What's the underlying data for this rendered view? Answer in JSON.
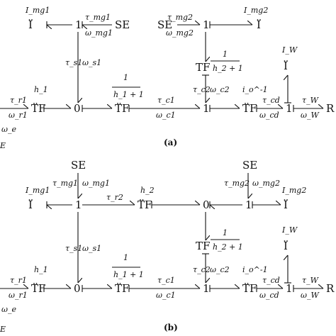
{
  "panels": [
    {
      "caption": "(a)",
      "nodes": {
        "i_mg1": "I",
        "j_top_left": "1",
        "se_mg1": "SE",
        "se_mg2": "SE",
        "j_top_right": "1",
        "i_mg2": "I",
        "i_w": "I",
        "tf_h2": "TF",
        "tf_h1": "TF",
        "j0": "0",
        "tf_h1p1": "TF",
        "j_mid": "1",
        "tf_io": "TF",
        "j_w": "1",
        "r": "R"
      },
      "labels": {
        "I_mg1": "I_mg1",
        "tau_mg1": "τ_mg1",
        "omega_mg1": "ω_mg1",
        "tau_mg2": "τ_mg2",
        "omega_mg2": "ω_mg2",
        "I_mg2": "I_mg2",
        "I_W": "I_W",
        "tau_s1": "τ_s1",
        "omega_s1": "ω_s1",
        "tau_c2": "τ_c2",
        "omega_c2": "ω_c2",
        "tf_h2_frac_num": "1",
        "tf_h2_frac_den": "h_2 + 1",
        "h1": "h_1",
        "frac_num": "1",
        "frac_den": "h_1 + 1",
        "tau_r1": "τ_r1",
        "omega_r1": "ω_r1",
        "omega_e": "ω_e",
        "tau_c1": "τ_c1",
        "omega_c1": "ω_c1",
        "io_inv": "i_o^-1",
        "tau_cd": "τ_cd",
        "omega_cd": "ω_cd",
        "tau_W": "τ_W",
        "omega_W": "ω_W",
        "edge_left": "E"
      }
    },
    {
      "caption": "(b)",
      "nodes": {
        "se_top_left": "SE",
        "se_top_right": "SE",
        "i_mg1": "I",
        "j_left": "1",
        "tf_h2_top": "TF",
        "j0_top": "0",
        "j_right": "1",
        "i_mg2": "I",
        "i_w": "I",
        "tf_h2": "TF",
        "tf_h1": "TF",
        "j0": "0",
        "tf_h1p1": "TF",
        "j_mid": "1",
        "tf_io": "TF",
        "j_w": "1",
        "r": "R"
      },
      "labels": {
        "I_mg1": "I_mg1",
        "tau_mg1": "τ_mg1",
        "omega_mg1": "ω_mg1",
        "tau_r2": "τ_r2",
        "h2": "h_2",
        "tau_mg2": "τ_mg2",
        "omega_mg2": "ω_mg2",
        "I_mg2": "I_mg2",
        "I_W": "I_W",
        "tau_s1": "τ_s1",
        "omega_s1": "ω_s1",
        "tau_c2": "τ_c2",
        "omega_c2": "ω_c2",
        "tf_h2_frac_num": "1",
        "tf_h2_frac_den": "h_2 + 1",
        "h1": "h_1",
        "frac_num": "1",
        "frac_den": "h_1 + 1",
        "tau_r1": "τ_r1",
        "omega_r1": "ω_r1",
        "omega_e": "ω_e",
        "tau_c1": "τ_c1",
        "omega_c1": "ω_c1",
        "io_inv": "i_o^-1",
        "tau_cd": "τ_cd",
        "omega_cd": "ω_cd",
        "tau_W": "τ_W",
        "omega_W": "ω_W",
        "edge_left": "E"
      }
    }
  ]
}
